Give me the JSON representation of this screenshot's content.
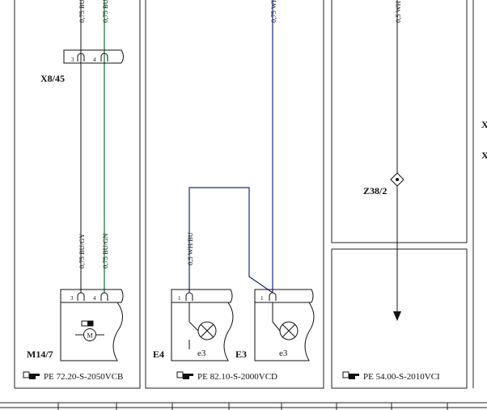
{
  "wire_labels": {
    "m14_top_left": "0,75 BU",
    "m14_top_right": "0,75 BU",
    "m14_bottom_left": "0,75 BU/GY",
    "m14_bottom_right": "0,75 BU/GN",
    "e3_top": "0,75 WH",
    "e4_wire": "0,5 WH/BU",
    "z38_top": "0,5 WH"
  },
  "pins": {
    "x8_left": "3",
    "x8_right": "4",
    "m14_left": "3",
    "m14_right": "4",
    "e4_pin": "1",
    "e3_pin": "1"
  },
  "components": {
    "connector_x8": "X8/45",
    "motor_m14": "M14/7",
    "motor_glyph": "M",
    "lamp_e4": "E4",
    "lamp_e3": "E3",
    "lamp_e4_sub": "e3",
    "lamp_e3_sub": "e3",
    "splice_z38": "Z38/2",
    "edge_labels": [
      "X",
      "X"
    ]
  },
  "references": [
    "PE 72.20-S-2050VCB",
    "PE 82.10-S-2000VCD",
    "PE 54.00-S-2010VCI"
  ],
  "colors": {
    "wire_black": "#111111",
    "wire_green": "#1f6a2c",
    "wire_navy": "#1c2a78",
    "frame": "#222222"
  }
}
